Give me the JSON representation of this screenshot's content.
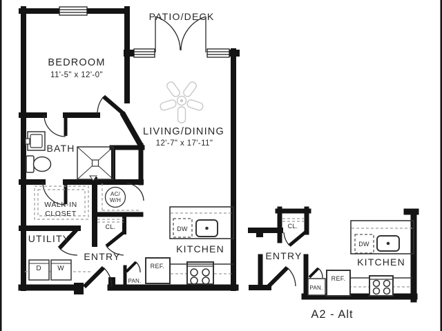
{
  "colors": {
    "wall": "#141414",
    "thin": "#333333",
    "door": "#2a2a2a",
    "dashed": "#9b9b9b",
    "fan": "#c8c8c8",
    "text": "#262626",
    "background": "#ffffff"
  },
  "main_plan": {
    "patio_label": "PATIO/DECK",
    "bedroom": {
      "name": "BEDROOM",
      "dims": "11'-5\" x 12'-0\""
    },
    "living": {
      "name": "LIVING/DINING",
      "dims": "12'-7\" x 17'-11\""
    },
    "bath_label": "BATH",
    "walk_in_closet": {
      "line1": "WALK-IN",
      "line2": "CLOSET"
    },
    "ac_wh": {
      "line1": "AC/",
      "line2": "W/H"
    },
    "closet_label": "CL.",
    "utility_label": "UTILITY",
    "entry_label": "ENTRY",
    "kitchen_label": "KITCHEN",
    "dryer_label": "D",
    "washer_label": "W",
    "dishwasher_label": "DW",
    "refrigerator_label": "REF.",
    "pantry_label": "PAN."
  },
  "alt_plan": {
    "name": "A2 - Alt",
    "closet_label": "CL.",
    "entry_label": "ENTRY",
    "kitchen_label": "KITCHEN",
    "dishwasher_label": "DW",
    "refrigerator_label": "REF.",
    "pantry_label": "PAN."
  }
}
